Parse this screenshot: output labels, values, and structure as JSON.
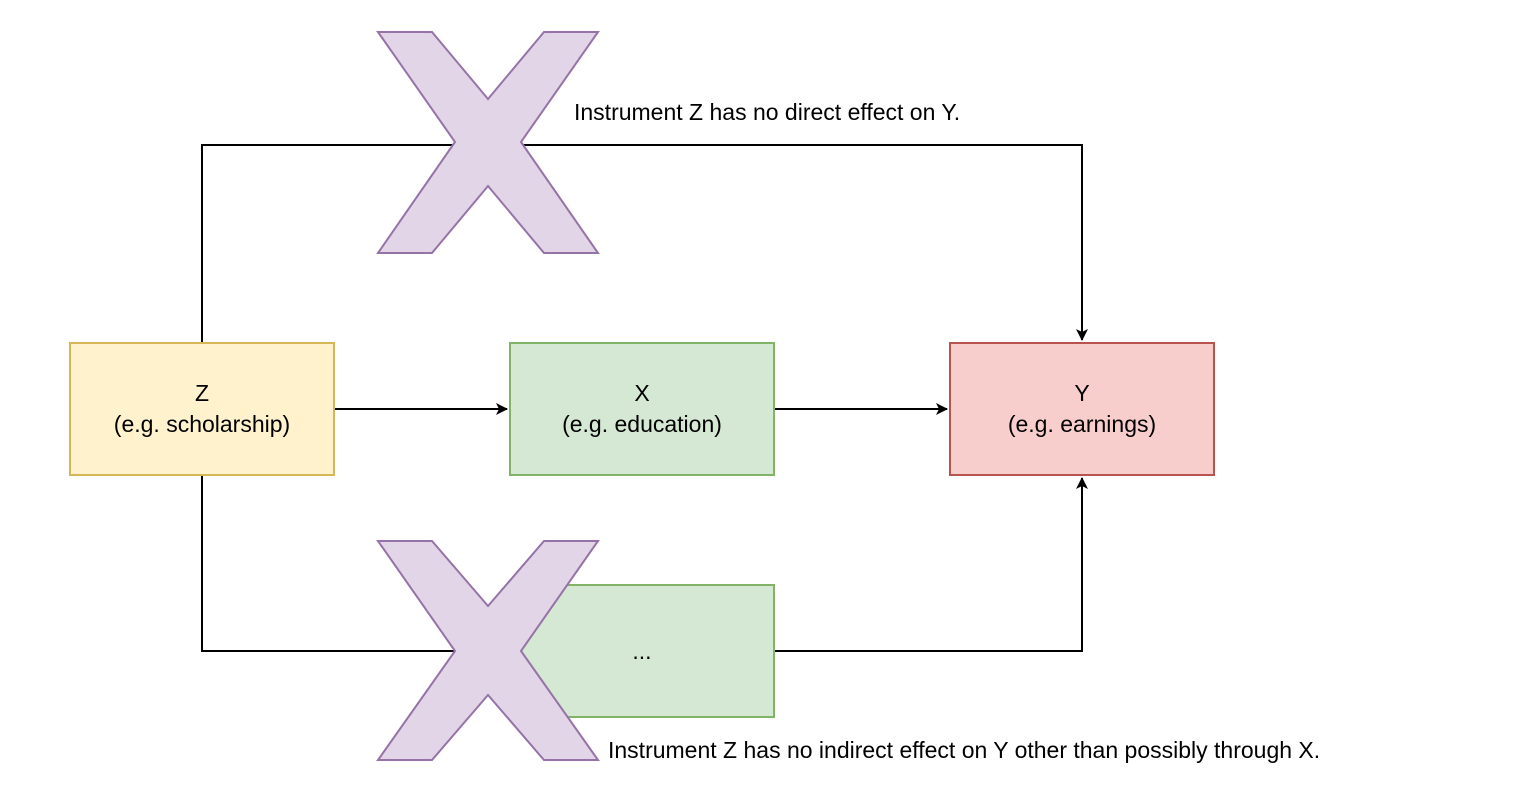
{
  "diagram": {
    "nodes": {
      "z": {
        "title": "Z",
        "subtitle": "(e.g. scholarship)",
        "fill": "#fff2cc",
        "stroke": "#d6b656"
      },
      "x": {
        "title": "X",
        "subtitle": "(e.g. education)",
        "fill": "#d5e8d4",
        "stroke": "#82b366"
      },
      "y": {
        "title": "Y",
        "subtitle": "(e.g. earnings)",
        "fill": "#f8cecc",
        "stroke": "#b85450"
      },
      "other": {
        "title": "...",
        "fill": "#d5e8d4",
        "stroke": "#82b366"
      }
    },
    "annotations": {
      "direct": "Instrument Z has no direct effect on Y.",
      "indirect": "Instrument Z has no indirect effect on Y other than possibly through X."
    },
    "edges": [
      {
        "from": "Z",
        "to": "X"
      },
      {
        "from": "X",
        "to": "Y"
      },
      {
        "from": "Z",
        "to": "Y",
        "blocked": true
      },
      {
        "from": "Z",
        "to": "...",
        "blocked": true
      },
      {
        "from": "...",
        "to": "Y"
      }
    ],
    "colors": {
      "cross_fill": "#e1d5e7",
      "cross_stroke": "#9673a6",
      "edge": "#000000"
    }
  }
}
